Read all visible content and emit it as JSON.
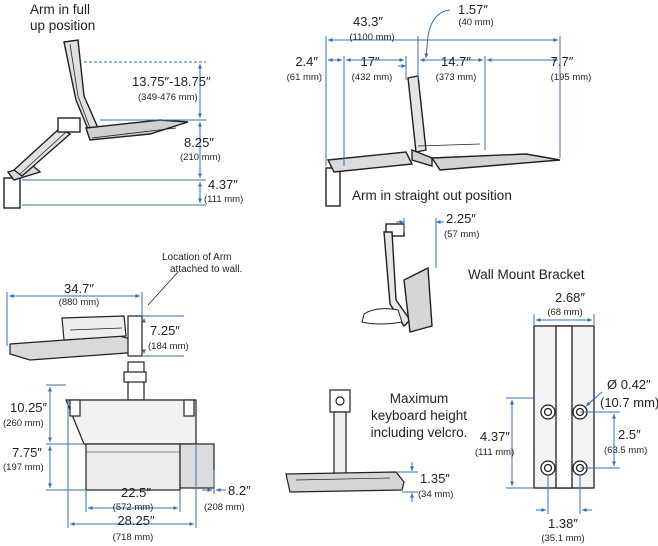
{
  "captions": {
    "arm_full_up_line1": "Arm in full",
    "arm_full_up_line2": "up position",
    "arm_straight_out": "Arm in straight out position",
    "location_line1": "Location of Arm",
    "location_line2": "attached to wall.",
    "wall_bracket": "Wall Mount Bracket",
    "max_kb_line1": "Maximum",
    "max_kb_line2": "keyboard height",
    "max_kb_line3": "including velcro."
  },
  "dims": {
    "up_range_in": "13.75″-18.75″",
    "up_range_mm": "(349-476 mm)",
    "up_825_in": "8.25″",
    "up_825_mm": "(210 mm)",
    "up_437_in": "4.37″",
    "up_437_mm": "(111 mm)",
    "straight_433_in": "43.3″",
    "straight_433_mm": "(1100 mm)",
    "straight_157_in": "1.57″",
    "straight_157_mm": "(40 mm)",
    "straight_24_in": "2.4″",
    "straight_24_mm": "(61 mm)",
    "straight_17_in": "17″",
    "straight_17_mm": "(432 mm)",
    "straight_147_in": "14.7″",
    "straight_147_mm": "(373 mm)",
    "straight_77_in": "7.7″",
    "straight_77_mm": "(195 mm)",
    "side_225_in": "2.25″",
    "side_225_mm": "(57 mm)",
    "plan_347_in": "34.7″",
    "plan_347_mm": "(880 mm)",
    "plan_725_in": "7.25″",
    "plan_725_mm": "(184 mm)",
    "front_1025_in": "10.25″",
    "front_1025_mm": "(260 mm)",
    "front_775_in": "7.75″",
    "front_775_mm": "(197 mm)",
    "front_225_in": "22.5″",
    "front_225_mm": "(572 mm)",
    "front_2825_in": "28.25″",
    "front_2825_mm": "(718 mm)",
    "front_82_in": "8.2″",
    "front_82_mm": "(208 mm)",
    "kb_135_in": "1.35″",
    "kb_135_mm": "(34 mm)",
    "br_268_in": "2.68″",
    "br_268_mm": "(68 mm)",
    "br_hole_in": "Ø 0.42″",
    "br_hole_mm": "(10.7 mm)",
    "br_437_in": "4.37″",
    "br_437_mm": "(111 mm)",
    "br_25_in": "2.5″",
    "br_25_mm": "(63.5 mm)",
    "br_138_in": "1.38″",
    "br_138_mm": "(35.1 mm)"
  }
}
